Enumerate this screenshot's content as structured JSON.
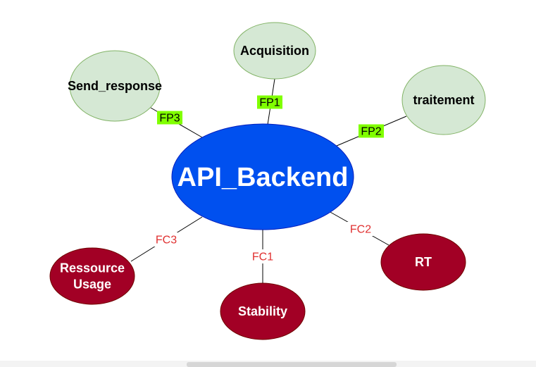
{
  "diagram": {
    "center": {
      "label": "API_Backend",
      "fill": "#0050ef",
      "stroke": "#001dbc",
      "text_color": "#ffffff"
    },
    "function_nodes": [
      {
        "id": "acquisition",
        "label": "Acquisition",
        "edge_label": "FP1"
      },
      {
        "id": "traitement",
        "label": "traitement",
        "edge_label": "FP2"
      },
      {
        "id": "send-response",
        "label": "Send_response",
        "edge_label": "FP3"
      }
    ],
    "constraint_nodes": [
      {
        "id": "stability",
        "label": "Stability",
        "edge_label": "FC1"
      },
      {
        "id": "rt",
        "label": "RT",
        "edge_label": "FC2"
      },
      {
        "id": "ressource-usage",
        "label": "Ressource\nUsage",
        "edge_label": "FC3"
      }
    ],
    "colors": {
      "fp_node_fill": "#d5e8d4",
      "fp_node_stroke": "#82b366",
      "fp_label_bg": "#80ff00",
      "fp_label_text": "#000000",
      "fc_node_fill": "#a20025",
      "fc_node_stroke": "#6f0000",
      "fc_node_text": "#ffffff",
      "fc_label_text": "#e03030",
      "edge": "#000000"
    }
  }
}
